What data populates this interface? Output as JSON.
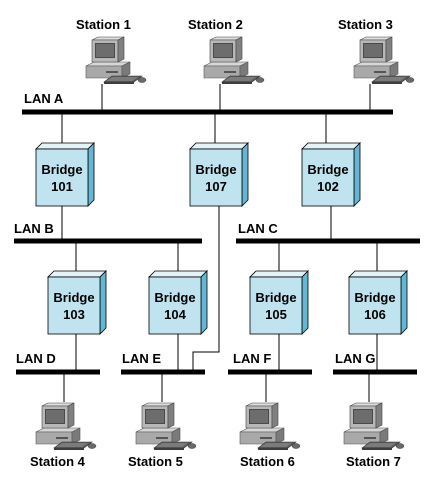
{
  "colors": {
    "bridge_front": "#bfe3ef",
    "bridge_top": "#e3f3f8",
    "bridge_side": "#62b8d4",
    "bus": "#000000"
  },
  "lans": {
    "a": "LAN A",
    "b": "LAN B",
    "c": "LAN C",
    "d": "LAN D",
    "e": "LAN E",
    "f": "LAN F",
    "g": "LAN G"
  },
  "bridges": [
    {
      "word": "Bridge",
      "id": "101"
    },
    {
      "word": "Bridge",
      "id": "107"
    },
    {
      "word": "Bridge",
      "id": "102"
    },
    {
      "word": "Bridge",
      "id": "103"
    },
    {
      "word": "Bridge",
      "id": "104"
    },
    {
      "word": "Bridge",
      "id": "105"
    },
    {
      "word": "Bridge",
      "id": "106"
    }
  ],
  "stations": [
    {
      "label": "Station 1",
      "icon": "computer-icon"
    },
    {
      "label": "Station 2",
      "icon": "computer-icon"
    },
    {
      "label": "Station 3",
      "icon": "computer-icon"
    },
    {
      "label": "Station 4",
      "icon": "computer-icon"
    },
    {
      "label": "Station 5",
      "icon": "computer-icon"
    },
    {
      "label": "Station 6",
      "icon": "computer-icon"
    },
    {
      "label": "Station 7",
      "icon": "computer-icon"
    }
  ]
}
